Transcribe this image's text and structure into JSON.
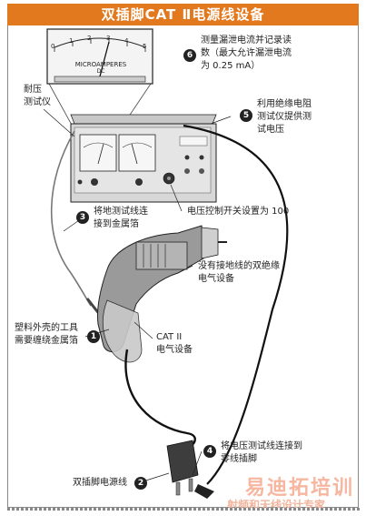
{
  "title": "双插脚CAT Ⅱ电源线设备",
  "meter": {
    "scale_marks": [
      "0",
      "1",
      "2",
      "3",
      "4",
      "5"
    ],
    "unit_label": "MICROAMPERES",
    "unit_sub": "DC"
  },
  "callouts": [
    {
      "number": "6",
      "text_lines": [
        "测量漏泄电流并记录读",
        "数（最大允许漏泄电流",
        "为 0.25 mA）"
      ]
    },
    {
      "number": "5",
      "text_lines": [
        "利用绝缘电阻",
        "测试仪提供测",
        "试电压"
      ]
    },
    {
      "number": "3",
      "text_lines": [
        "将地测试线连",
        "接到金属箔"
      ]
    },
    {
      "number": "1",
      "text_lines": [
        "塑料外壳的工具",
        "需要缠绕金属箔"
      ]
    },
    {
      "number": "2",
      "text_lines": [
        "双插脚电源线"
      ]
    },
    {
      "number": "4",
      "text_lines": [
        "将电压测试线连接到",
        "零线插脚"
      ]
    }
  ],
  "labels": {
    "tester": [
      "耐压",
      "测试仪"
    ],
    "voltage_switch": "电压控制开关设置为 100",
    "drill": [
      "没有接地线的双绝缘",
      "电气设备"
    ],
    "cat": [
      "CAT II",
      "电气设备"
    ]
  },
  "watermark": {
    "main": "易迪拓培训",
    "sub": "射频和天线设计专家"
  }
}
